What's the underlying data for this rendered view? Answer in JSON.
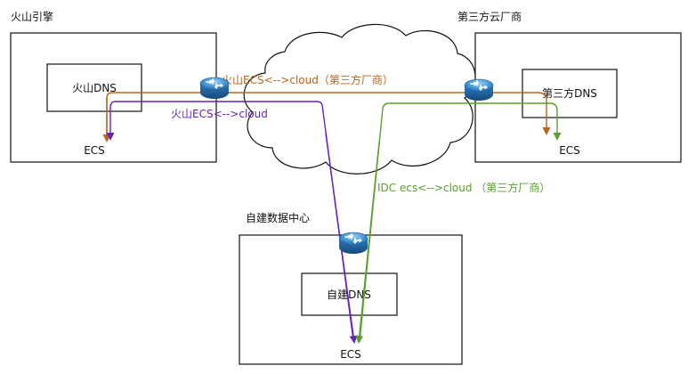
{
  "zones": {
    "volcano": {
      "title": "火山引擎",
      "dns": "火山DNS",
      "ecs": "ECS"
    },
    "third_party": {
      "title": "第三方云厂商",
      "dns": "第三方DNS",
      "ecs": "ECS"
    },
    "self_dc": {
      "title": "自建数据中心",
      "dns": "自建DNS",
      "ecs": "ECS"
    }
  },
  "routes": {
    "volcano_to_third": {
      "label": "火山ECS<-->cloud（第三方厂商）",
      "color": "#b8651b"
    },
    "volcano_to_dc": {
      "label": "火山ECS<-->cloud",
      "color": "#6a1fbf"
    },
    "idc_to_third": {
      "label": "IDC ecs<-->cloud （第三方厂商）",
      "color": "#5aa02c"
    }
  },
  "icons": {
    "router": "router-icon",
    "cloud": "cloud-icon"
  }
}
